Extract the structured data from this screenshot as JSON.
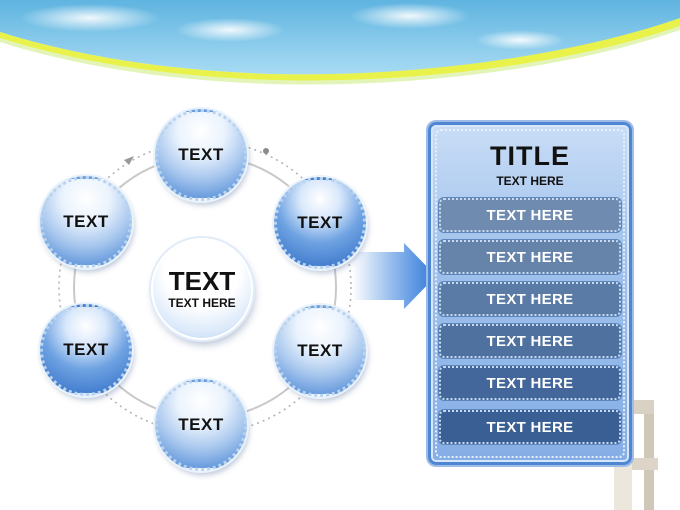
{
  "colors": {
    "sky_top": "#5fb4e0",
    "sky_bottom": "#a8dbf3",
    "accent_yellow": "#e9f24a",
    "node_blue": "#3f7fd2",
    "panel_border": "#4f86d4",
    "panel_items": [
      "#6f8bb0",
      "#6683aa",
      "#5a7ba6",
      "#4f71a0",
      "#43679a",
      "#3a5f94"
    ]
  },
  "diagram": {
    "nodes": [
      {
        "label": "TEXT",
        "position": "top"
      },
      {
        "label": "TEXT",
        "position": "upper-right"
      },
      {
        "label": "TEXT",
        "position": "lower-right"
      },
      {
        "label": "TEXT",
        "position": "bottom"
      },
      {
        "label": "TEXT",
        "position": "lower-left"
      },
      {
        "label": "TEXT",
        "position": "upper-left"
      }
    ],
    "center": {
      "title": "TEXT",
      "subtitle": "TEXT HERE"
    },
    "arrow": {
      "direction": "right",
      "icon": "arrow-right-icon"
    }
  },
  "panel": {
    "title": "TITLE",
    "subtitle": "TEXT HERE",
    "items": [
      "TEXT HERE",
      "TEXT HERE",
      "TEXT HERE",
      "TEXT HERE",
      "TEXT HERE",
      "TEXT HERE"
    ]
  }
}
